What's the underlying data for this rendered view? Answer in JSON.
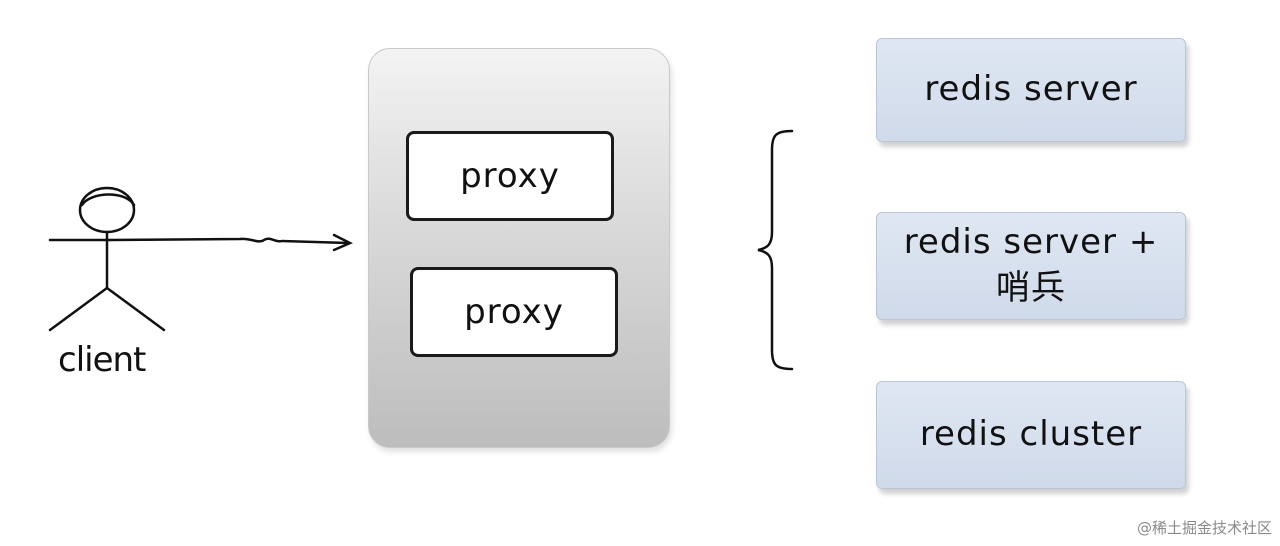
{
  "client": {
    "label": "client"
  },
  "proxies": [
    {
      "label": "proxy"
    },
    {
      "label": "proxy"
    }
  ],
  "backends": [
    {
      "label": "redis server"
    },
    {
      "line1": "redis server +",
      "line2": "哨兵"
    },
    {
      "label": "redis cluster"
    }
  ],
  "watermark": "@稀土掘金技术社区"
}
